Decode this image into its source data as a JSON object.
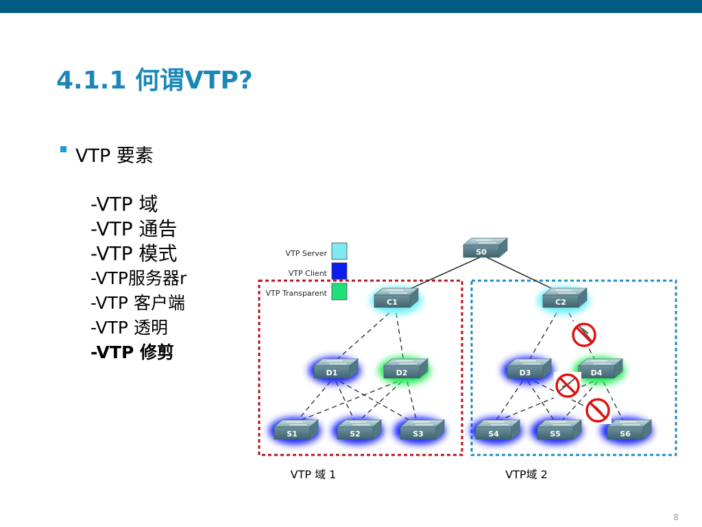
{
  "slide": {
    "title": "4.1.1 何谓VTP?",
    "bullet": "VTP 要素",
    "sub_items": [
      "-VTP 域",
      "-VTP 通告",
      "-VTP 模式",
      "-VTP服务器r",
      "-VTP  客户端",
      "-VTP  透明",
      "-VTP  修剪"
    ],
    "page_number": "8"
  },
  "diagram": {
    "legend": [
      {
        "label": "VTP Server",
        "color": "#7fe8f0"
      },
      {
        "label": "VTP Client",
        "color": "#0a1cf0"
      },
      {
        "label": "VTP Transparent",
        "color": "#1fe07a"
      }
    ],
    "switches": {
      "s0": "S0",
      "c1": "C1",
      "c2": "C2",
      "d1": "D1",
      "d2": "D2",
      "d3": "D3",
      "d4": "D4",
      "s1": "S1",
      "s2": "S2",
      "s3": "S3",
      "s4": "S4",
      "s5": "S5",
      "s6": "S6"
    },
    "domain1_label": "VTP 域 1",
    "domain2_label": "VTP域 2",
    "colors": {
      "domain1_border": "#b0141e",
      "domain2_border": "#1c8ac8",
      "server_glow": "#6ff0f6",
      "client_glow": "#1a28ff",
      "transparent_glow": "#22ee55",
      "switch_body": "#6f9aa6",
      "prohibit": "#e01010"
    }
  }
}
